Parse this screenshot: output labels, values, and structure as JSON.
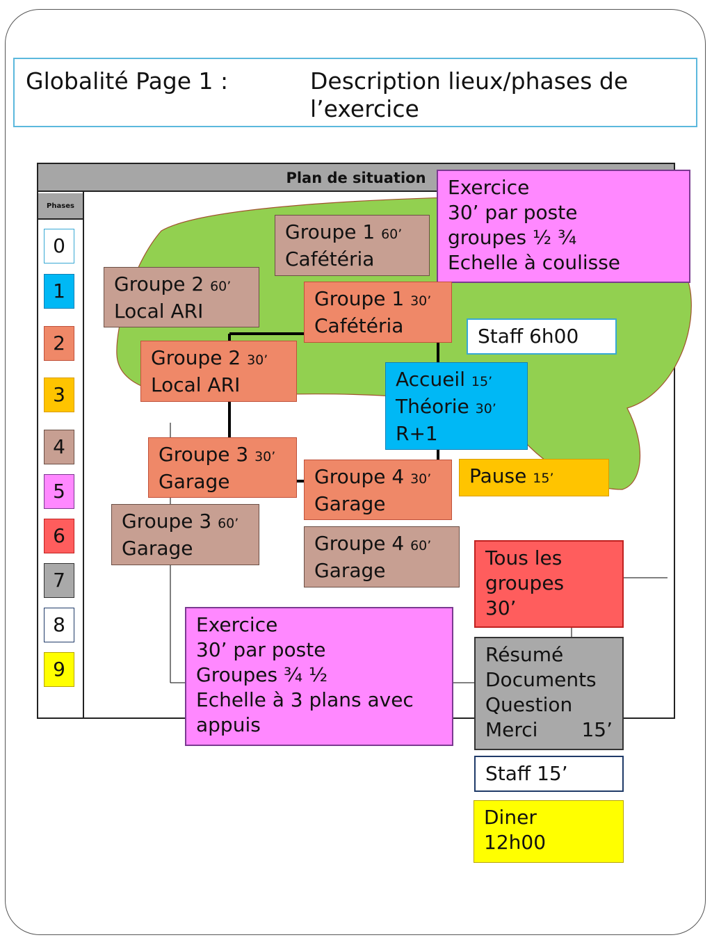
{
  "header": {
    "left": "Globalité Page 1 :",
    "right": "Description lieux/phases de l’exercice"
  },
  "plan": {
    "title": "Plan de situation",
    "phases_label": "Phases",
    "phases": [
      {
        "label": "0",
        "color": "#ffffff",
        "border": "#37a8d4"
      },
      {
        "label": "1",
        "color": "#00b8f5",
        "border": "#0f7fb5"
      },
      {
        "label": "2",
        "color": "#ef8868",
        "border": "#c0503a"
      },
      {
        "label": "3",
        "color": "#ffc400",
        "border": "#d99c00"
      },
      {
        "label": "4",
        "color": "#c79f92",
        "border": "#6b4f45"
      },
      {
        "label": "5",
        "color": "#ff88ff",
        "border": "#7a3a90"
      },
      {
        "label": "6",
        "color": "#ff5d5d",
        "border": "#c0201f"
      },
      {
        "label": "7",
        "color": "#a9a9a9",
        "border": "#333333"
      },
      {
        "label": "8",
        "color": "#ffffff",
        "border": "#1f3a68"
      },
      {
        "label": "9",
        "color": "#ffff00",
        "border": "#b8a400"
      }
    ]
  },
  "boxes": {
    "exercice_top": {
      "line1": "Exercice",
      "line2": "30’ par poste",
      "line3": "groupes ½ ¾",
      "line4": "Echelle à coulisse"
    },
    "g1_60": {
      "name": "Groupe 1",
      "dur": "60’",
      "place": "Cafétéria"
    },
    "g2_60": {
      "name": "Groupe 2",
      "dur": "60’",
      "place": "Local ARI"
    },
    "g1_30": {
      "name": "Groupe 1",
      "dur": "30’",
      "place": "Cafétéria"
    },
    "staff_6h": {
      "text": "Staff 6h00"
    },
    "g2_30": {
      "name": "Groupe 2",
      "dur": "30’",
      "place": "Local ARI"
    },
    "accueil": {
      "l1": "Accueil",
      "l1d": "15’",
      "l2": "Théorie",
      "l2d": "30’",
      "l3": "R+1"
    },
    "g3_30": {
      "name": "Groupe 3",
      "dur": "30’",
      "place": "Garage"
    },
    "g4_30": {
      "name": "Groupe 4",
      "dur": "30’",
      "place": "Garage"
    },
    "pause": {
      "name": "Pause",
      "dur": "15’"
    },
    "g3_60": {
      "name": "Groupe 3",
      "dur": "60’",
      "place": "Garage"
    },
    "g4_60": {
      "name": "Groupe 4",
      "dur": "60’",
      "place": "Garage"
    },
    "tous": {
      "l1": "Tous les",
      "l2": "groupes",
      "l3": "30’"
    },
    "exercice_bottom": {
      "line1": "Exercice",
      "line2": "30’ par poste",
      "line3": "Groupes ¾ ½",
      "line4": "Echelle à 3 plans avec",
      "line5": "appuis"
    },
    "resume": {
      "l1": "Résumé",
      "l2": "Documents",
      "l3": "Question",
      "l4": "Merci",
      "l4d": "15’"
    },
    "staff_15": {
      "text": "Staff 15’"
    },
    "diner": {
      "l1": "Diner",
      "l2": "12h00"
    }
  }
}
